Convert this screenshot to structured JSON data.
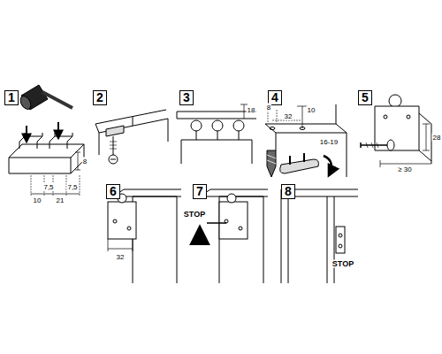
{
  "diagram": {
    "nodes": [
      {
        "text": [
          "1"
        ]
      },
      {
        "text": [
          "2"
        ]
      },
      {
        "text": [
          "3"
        ]
      },
      {
        "text": [
          "4"
        ]
      },
      {
        "text": [
          "5"
        ]
      },
      {
        "text": [
          "6"
        ]
      },
      {
        "text": [
          "7"
        ]
      },
      {
        "text": [
          "8"
        ]
      }
    ],
    "labels": [
      "8",
      "10",
      "7,5",
      "21",
      "7,5",
      "18",
      "8",
      "32",
      "10",
      "16-19",
      "28",
      "≥ 30",
      "32",
      "STOP",
      "STOP"
    ]
  }
}
